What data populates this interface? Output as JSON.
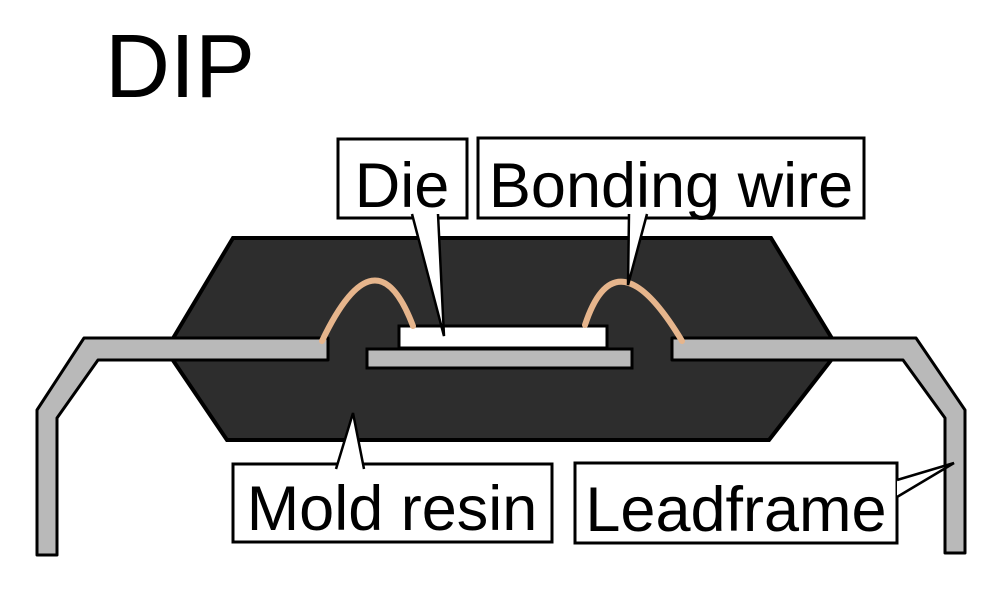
{
  "title": "DIP",
  "diagram": {
    "type": "cross-section schematic of a Dual In-line Package (DIP)",
    "labels": {
      "die": "Die",
      "bonding_wire": "Bonding wire",
      "mold_resin": "Mold resin",
      "leadframe": "Leadframe"
    },
    "colors": {
      "background": "#ffffff",
      "mold_resin": "#2d2d2d",
      "leadframe": "#b9b9b9",
      "die_pad": "#b9b9b9",
      "die": "#ffffff",
      "bonding_wire": "#e6b58c",
      "outline": "#000000",
      "label_box_fill": "#ffffff"
    }
  }
}
